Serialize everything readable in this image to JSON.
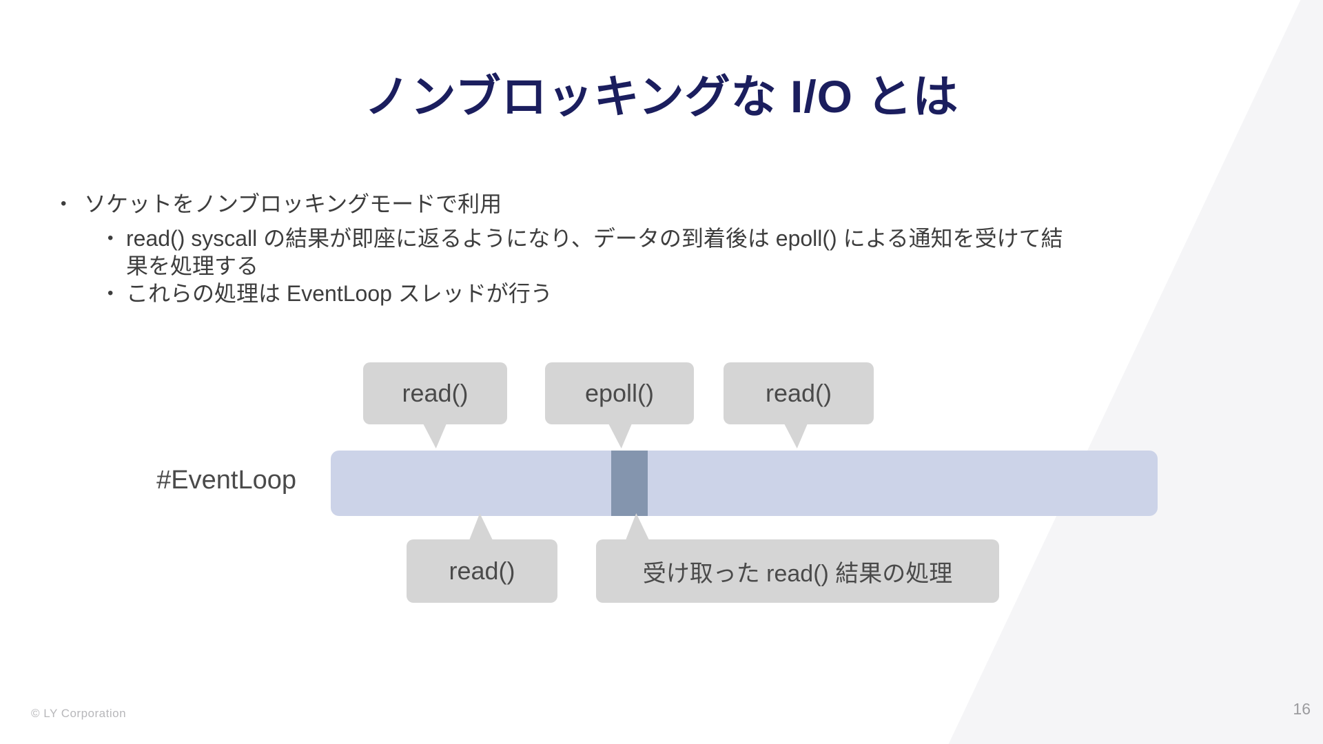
{
  "slide": {
    "title": "ノンブロッキングな I/O とは",
    "bullets": {
      "marker": "•",
      "level1": "ソケットをノンブロッキングモードで利用",
      "sub1_line1": "read() syscall の結果が即座に返るようになり、データの到着後は epoll() による通知を受けて結",
      "sub1_line2": "果を処理する",
      "sub2": "これらの処理は EventLoop スレッドが行う"
    },
    "diagram": {
      "lane_label": "#EventLoop",
      "top_callouts": [
        {
          "label": "read()"
        },
        {
          "label": "epoll()"
        },
        {
          "label": "read()"
        }
      ],
      "bottom_callouts": [
        {
          "label": "read()"
        },
        {
          "label": "受け取った read() 結果の処理"
        }
      ]
    },
    "colors": {
      "title": "#1b1e5e",
      "bar": "#ccd3e8",
      "busy-segment": "#8495ae",
      "callout-bg": "#d5d5d5",
      "callout-text": "#4a4a4a"
    },
    "footer": {
      "copyright": "© LY Corporation",
      "page_number": "16"
    }
  }
}
